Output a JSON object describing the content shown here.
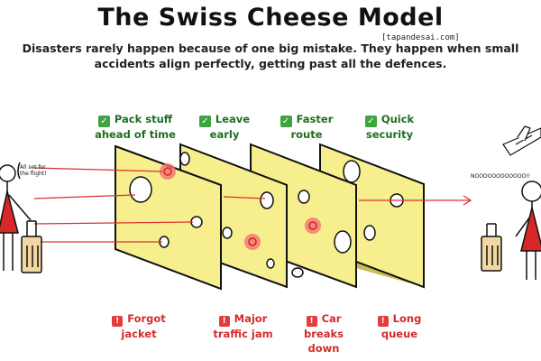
{
  "title": "The Swiss Cheese Model",
  "credit": "[tapandesai.com]",
  "subtitle": "Disasters rarely happen because of one big mistake. They happen when small accidents align perfectly, getting past all the defences.",
  "defences": [
    {
      "label": "Pack stuff ahead of time",
      "icon": "check-icon"
    },
    {
      "label": "Leave early",
      "icon": "check-icon"
    },
    {
      "label": "Faster route",
      "icon": "check-icon"
    },
    {
      "label": "Quick security",
      "icon": "check-icon"
    }
  ],
  "accidents": [
    {
      "label": "Forgot jacket",
      "icon": "warning-icon"
    },
    {
      "label": "Major traffic jam",
      "icon": "warning-icon"
    },
    {
      "label": "Car breaks down",
      "icon": "warning-icon"
    },
    {
      "label": "Long queue",
      "icon": "warning-icon"
    }
  ],
  "speech_left": "All set for the flight!",
  "speech_right": "NOOOOOOOOOOOO!!",
  "colors": {
    "cheese": "#f7ef8e",
    "cheese_edge": "#cfc25a",
    "arrow": "#d93030",
    "good": "#1f6e1f",
    "bad": "#d42b2b"
  }
}
